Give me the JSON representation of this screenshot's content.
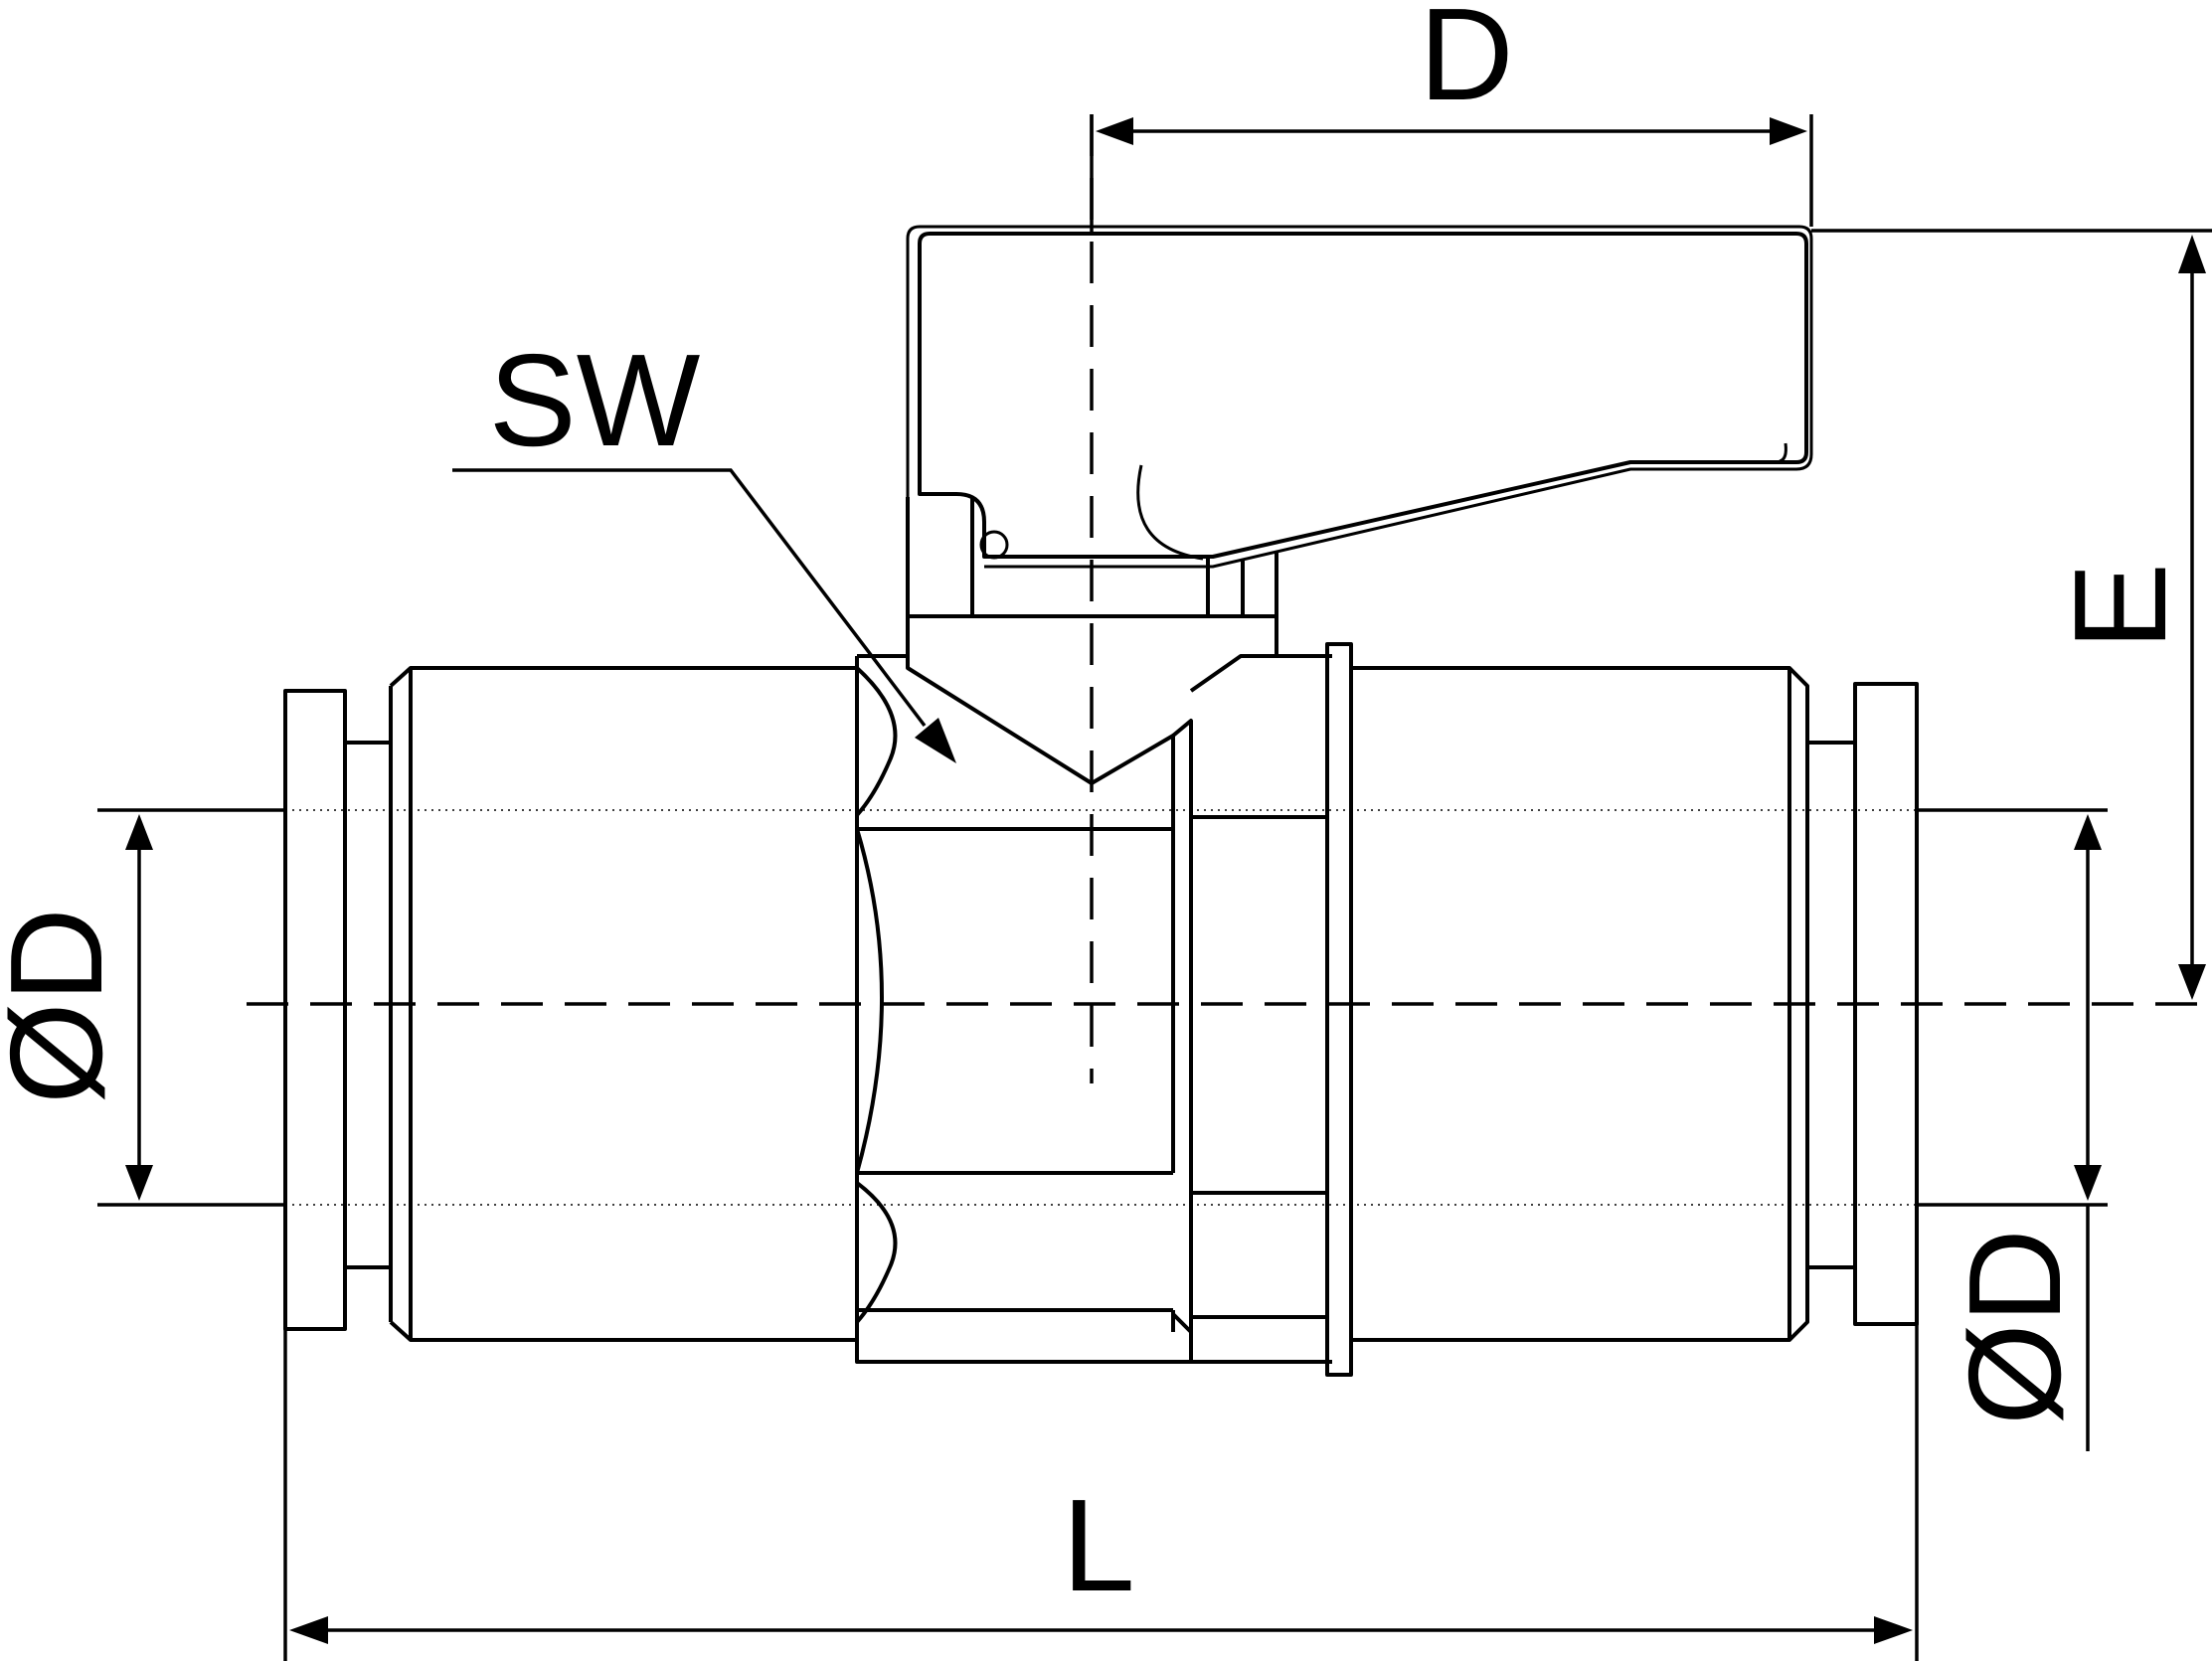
{
  "drawing": {
    "subject": "ball valve",
    "colors": {
      "line": "#000000",
      "background": "#ffffff"
    },
    "labels": {
      "top_width": "D",
      "handle_height": "E",
      "wrench_size": "SW",
      "left_tube_diameter": "ØD",
      "right_tube_diameter": "ØD",
      "overall_length": "L"
    }
  }
}
